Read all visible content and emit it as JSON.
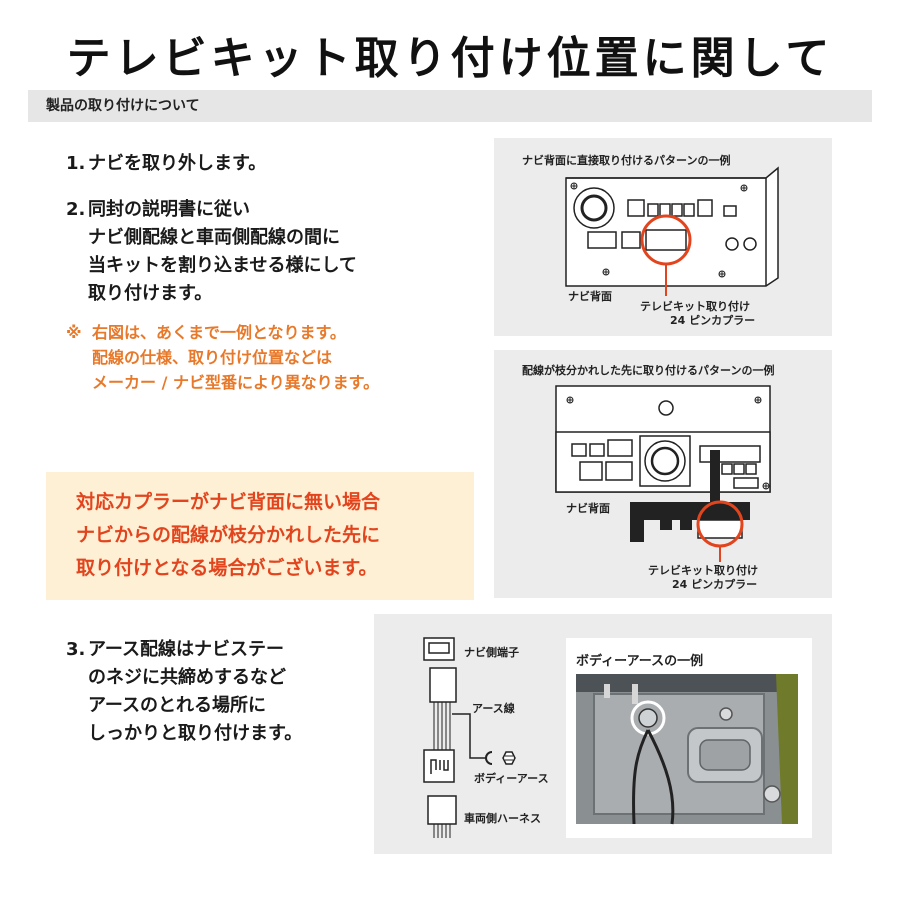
{
  "title": "テレビキット取り付け位置に関して",
  "section_header": "製品の取り付けについて",
  "steps": {
    "s1": {
      "num": "1.",
      "line1": "ナビを取り外します。"
    },
    "s2": {
      "num": "2.",
      "line1": "同封の説明書に従い",
      "line2": "ナビ側配線と車両側配線の間に",
      "line3": "当キットを割り込ませる様にして",
      "line4": "取り付けます。"
    },
    "s3": {
      "num": "3.",
      "line1": "アース配線はナビステー",
      "line2": "のネジに共締めするなど",
      "line3": "アースのとれる場所に",
      "line4": "しっかりと取り付けます。"
    }
  },
  "note": {
    "mark": "※",
    "line1": "右図は、あくまで一例となります。",
    "line2": "配線の仕様、取り付け位置などは",
    "line3": "メーカー / ナビ型番により異なります。"
  },
  "callout": {
    "line1": "対応カプラーがナビ背面に無い場合",
    "line2": "ナビからの配線が枝分かれした先に",
    "line3": "取り付けとなる場合がございます。"
  },
  "diagram1": {
    "caption": "ナビ背面に直接取り付けるパターンの一例",
    "navi_label": "ナビ背面",
    "coupler_line1": "テレビキット取り付け",
    "coupler_line2": "24 ピンカプラー"
  },
  "diagram2": {
    "caption": "配線が枝分かれした先に取り付けるパターンの一例",
    "navi_label": "ナビ背面",
    "coupler_line1": "テレビキット取り付け",
    "coupler_line2": "24 ピンカプラー"
  },
  "diagram3": {
    "navi_terminal": "ナビ側端子",
    "earth_wire": "アース線",
    "body_earth": "ボディーアース",
    "vehicle_harness": "車両側ハーネス",
    "photo_title": "ボディーアースの一例"
  },
  "colors": {
    "orange_note": "#e8792a",
    "callout_text": "#e2451e",
    "callout_bg": "#fdf0d5",
    "highlight_circle": "#e2451e",
    "panel_bg": "#ececec"
  }
}
